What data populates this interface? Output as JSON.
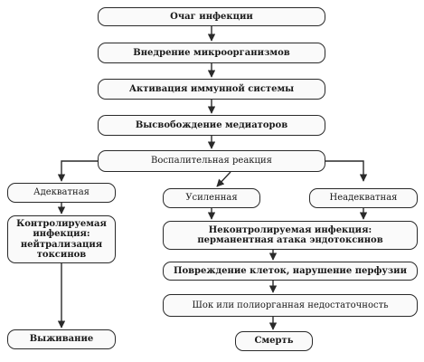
{
  "diagram": {
    "nodes": {
      "focus": "Очаг инфекции",
      "invasion": "Внедрение микроорганизмов",
      "immune": "Активация иммунной системы",
      "mediators": "Высвобождение медиаторов",
      "inflammation": "Воспалительная реакция",
      "adequate": "Адекватная",
      "enhanced": "Усиленная",
      "inadequate": "Неадекватная",
      "controlled": "Контролируемая\nинфекция:\nнейтрализация\nтоксинов",
      "uncontrolled": "Неконтролируемая инфекция:\nперманентная атака эндотоксинов",
      "damage": "Повреждение клеток, нарушение перфузии",
      "shock": "Шок или полиорганная недостаточность",
      "survival": "Выживание",
      "death": "Смерть"
    }
  },
  "colors": {
    "line": "#2a2a2a",
    "box_fill": "#fafafa",
    "text": "#1a1a1a"
  }
}
